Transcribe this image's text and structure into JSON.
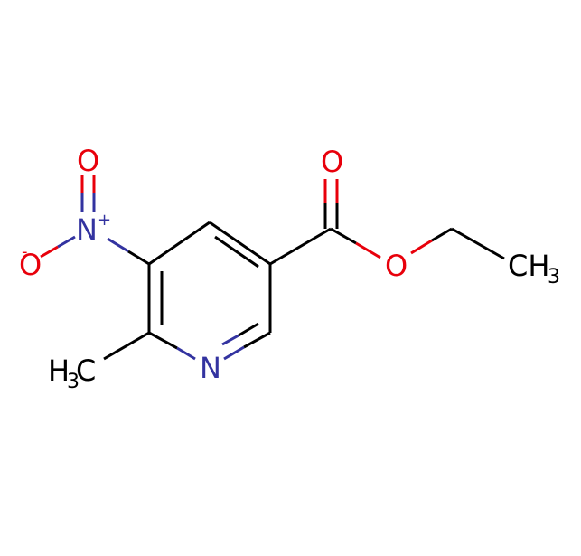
{
  "structure": {
    "colors": {
      "carbon": "#000000",
      "nitrogen": "#3333a0",
      "oxygen": "#e8000b"
    },
    "atoms": {
      "ring_n": {
        "symbol": "N",
        "color": "nitrogen"
      },
      "nitro_n": {
        "symbol": "N",
        "charge": "+",
        "color": "nitrogen"
      },
      "nitro_o_double": {
        "symbol": "O",
        "color": "oxygen"
      },
      "nitro_o_minus": {
        "symbol": "O",
        "charge": "-",
        "color": "oxygen"
      },
      "carbonyl_o": {
        "symbol": "O",
        "color": "oxygen"
      },
      "ester_o": {
        "symbol": "O",
        "color": "oxygen"
      },
      "methyl_left": {
        "symbol": "H",
        "subscript": "3",
        "tail": "C",
        "color": "carbon"
      },
      "methyl_right": {
        "symbol": "CH",
        "subscript": "3",
        "color": "carbon"
      }
    }
  }
}
